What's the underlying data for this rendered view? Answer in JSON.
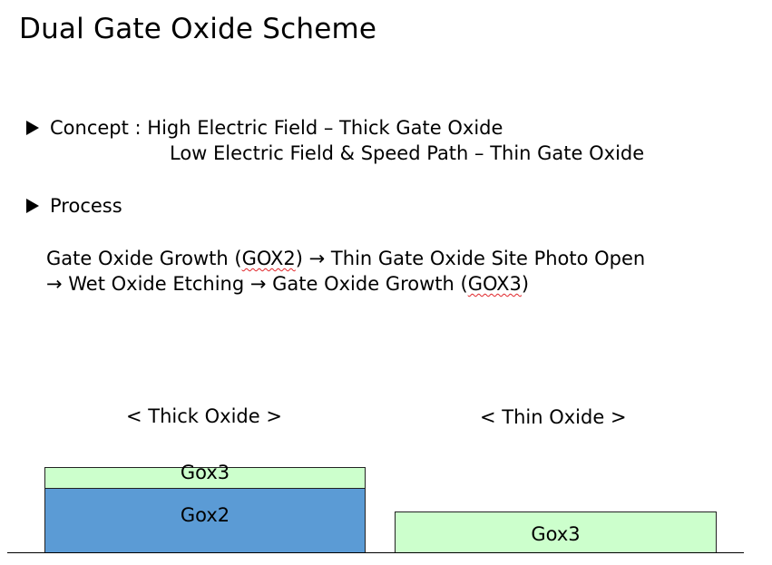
{
  "title": "Dual Gate Oxide Scheme",
  "concept": {
    "label": "Concept : ",
    "line1": "High Electric Field – Thick Gate Oxide",
    "line2": "Low Electric Field & Speed Path – Thin Gate Oxide"
  },
  "process": {
    "label": "Process",
    "step1_prefix": "Gate Oxide Growth (",
    "step1_term": "GOX2",
    "step1_suffix": ") → Thin Gate Oxide Site Photo Open",
    "step2_prefix": "→ Wet Oxide Etching → Gate Oxide Growth (",
    "step2_term": "GOX3",
    "step2_suffix": ")"
  },
  "diagram": {
    "thick_heading": "< Thick Oxide >",
    "thin_heading": "< Thin Oxide >",
    "thick_top_label": "Gox3",
    "thick_bottom_label": "Gox2",
    "thin_label": "Gox3"
  },
  "colors": {
    "gox3_fill": "#ccffcc",
    "gox2_fill": "#5b9bd5",
    "spellcheck_underline": "#e0262a"
  },
  "icons": {
    "bullet": "triangle-bullet-icon"
  }
}
